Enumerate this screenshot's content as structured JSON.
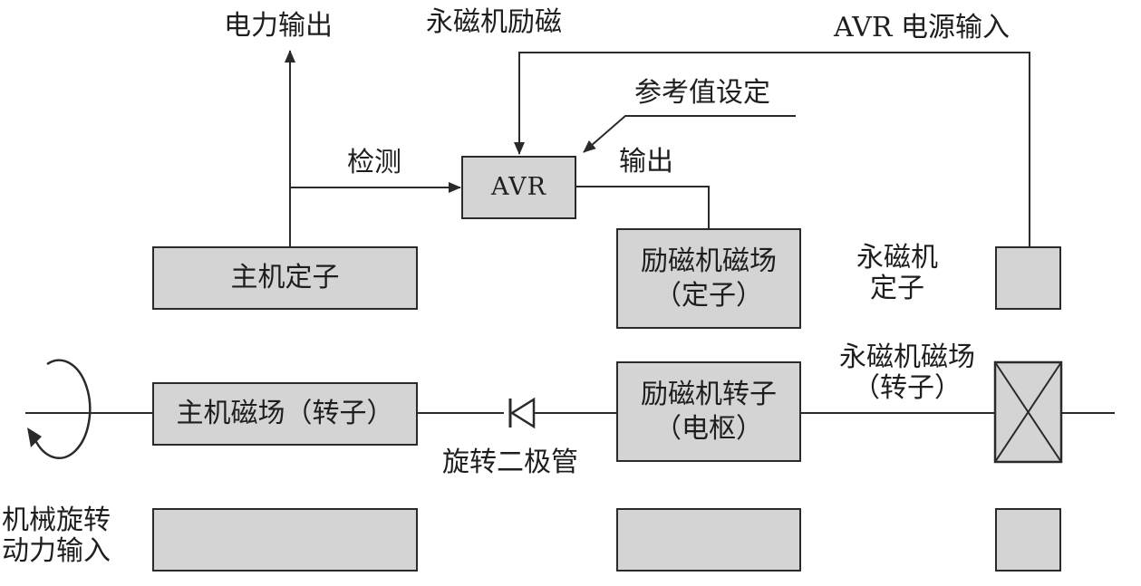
{
  "labels": {
    "power_out": "电力输出",
    "pm_excitation": "永磁机励磁",
    "avr_power_in": "AVR 电源输入",
    "reference_set": "参考值设定",
    "detect": "检测",
    "output": "输出",
    "pm_stator_line1": "永磁机",
    "pm_stator_line2": "定子",
    "pm_field_line1": "永磁机磁场",
    "pm_field_line2": "（转子）",
    "rotating_diode": "旋转二极管",
    "mech_input_line1": "机械旋转",
    "mech_input_line2": "动力输入"
  },
  "boxes": {
    "avr": "AVR",
    "main_stator": "主机定子",
    "exciter_field_line1": "励磁机磁场",
    "exciter_field_line2": "（定子）",
    "main_field": "主机磁场（转子）",
    "exciter_rotor_line1": "励磁机转子",
    "exciter_rotor_line2": "（电枢）"
  },
  "colors": {
    "box_fill": "#d4d4d4",
    "line": "#2a2a2a"
  }
}
